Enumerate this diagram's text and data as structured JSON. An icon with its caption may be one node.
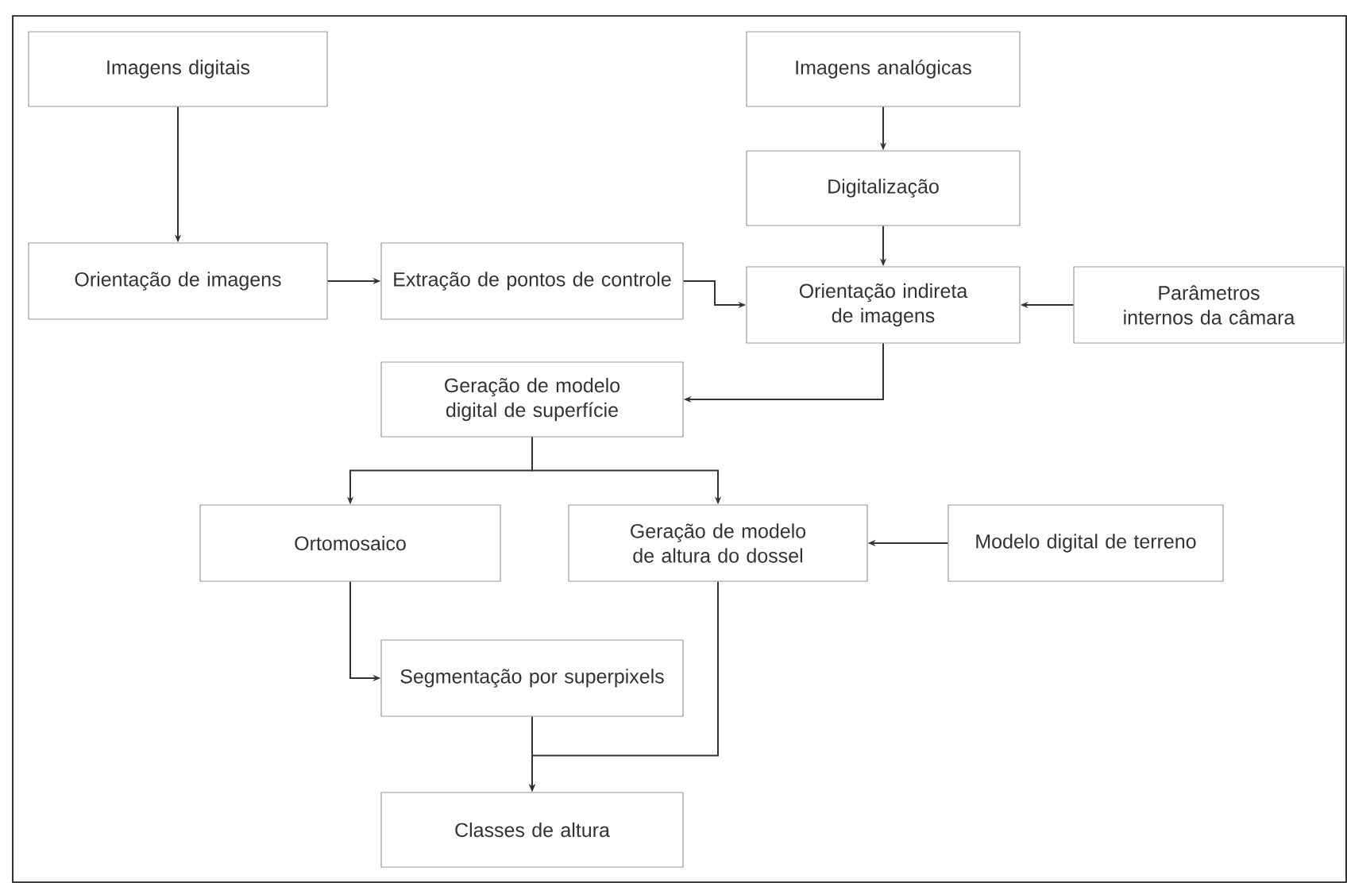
{
  "diagram": {
    "nodes": [
      {
        "text": [
          "Imagens digitais"
        ]
      },
      {
        "text": [
          "Imagens analógicas"
        ]
      },
      {
        "text": [
          "Digitalização"
        ]
      },
      {
        "text": [
          "Orientação de imagens"
        ]
      },
      {
        "text": [
          "Extração de pontos de controle"
        ]
      },
      {
        "text": [
          "Orientação indireta de imagens"
        ]
      },
      {
        "text": [
          "Parâmetros internos da câmara"
        ]
      },
      {
        "text": [
          "Geração de modelo digital de superfície"
        ]
      },
      {
        "text": [
          "Ortomosaico"
        ]
      },
      {
        "text": [
          "Geração de modelo de altura do dossel"
        ]
      },
      {
        "text": [
          "Modelo digital de terreno"
        ]
      },
      {
        "text": [
          "Segmentação por superpixels"
        ]
      },
      {
        "text": [
          "Classes de altura"
        ]
      }
    ],
    "edges": [
      {
        "from": 0,
        "to": 3,
        "arrow": "to"
      },
      {
        "from": 1,
        "to": 2,
        "arrow": "to"
      },
      {
        "from": 2,
        "to": 5,
        "arrow": "to"
      },
      {
        "from": 3,
        "to": 4,
        "arrow": "to"
      },
      {
        "from": 4,
        "to": 5,
        "arrow": "to"
      },
      {
        "from": 6,
        "to": 5,
        "arrow": "to"
      },
      {
        "from": 5,
        "to": 7,
        "arrow": "to"
      },
      {
        "from": 7,
        "to": 8,
        "arrow": "to"
      },
      {
        "from": 7,
        "to": 9,
        "arrow": "to"
      },
      {
        "from": 10,
        "to": 9,
        "arrow": "to"
      },
      {
        "from": 8,
        "to": 11,
        "arrow": "to"
      },
      {
        "from": 9,
        "to": 12,
        "arrow": "to"
      },
      {
        "from": 11,
        "to": 12,
        "arrow": "to"
      }
    ]
  }
}
